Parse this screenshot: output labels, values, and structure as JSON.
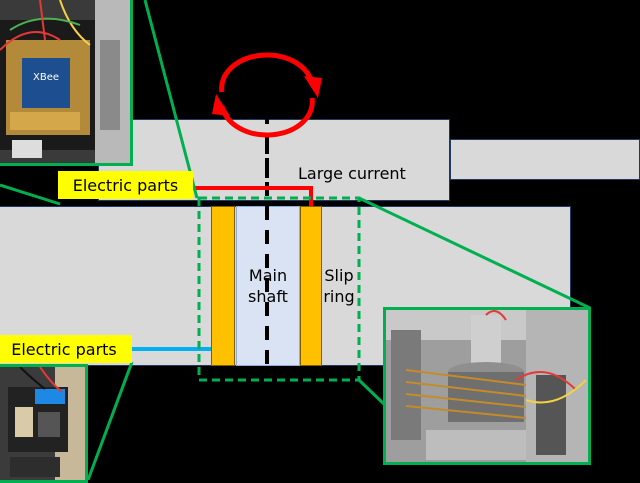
{
  "labels": {
    "electric_parts_top": "Electric parts",
    "electric_parts_bottom": "Electric parts",
    "large_current": "Large current",
    "main_shaft": "Main\nshaft",
    "slip_ring": "Slip\nring"
  },
  "colors": {
    "background": "#000000",
    "body": "#d9d9d9",
    "body_border": "#1f3864",
    "label_bg": "#ffff00",
    "callout_green": "#00b050",
    "slip_ring": "#ffc000",
    "main_shaft": "#dae3f3",
    "rotation_arrow": "#ff0000",
    "wire_red": "#ff0000",
    "wire_blue": "#00b0f0"
  },
  "photos": {
    "top_left": "xbee-circuit-board-photo",
    "bottom_left": "relay-module-photo",
    "right": "slip-ring-assembly-photo"
  }
}
